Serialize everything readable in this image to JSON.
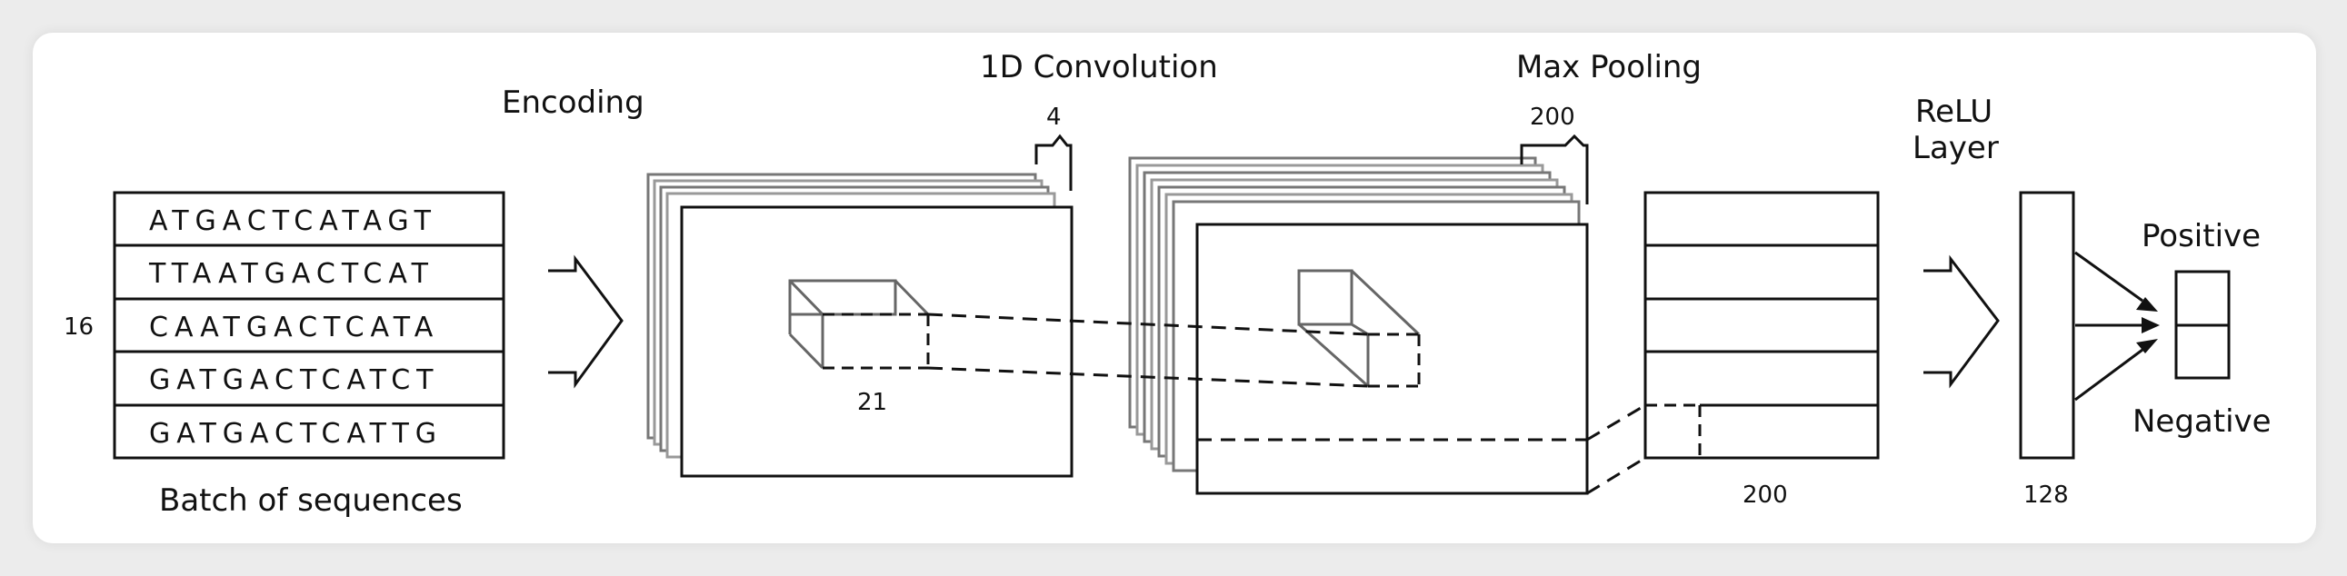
{
  "labels": {
    "encoding": "Encoding",
    "conv": "1D Convolution",
    "pool": "Max Pooling",
    "relu_line1": "ReLU",
    "relu_line2": "Layer",
    "batch": "Batch of sequences",
    "batch_size": "16",
    "positive": "Positive",
    "negative": "Negative"
  },
  "sequences": [
    "ATGACTCATAGT",
    "TTAATGACTCAT",
    "CAATGACTCATA",
    "GATGACTCATCT",
    "GATGACTCATTG"
  ],
  "dimensions": {
    "filter_width": "4",
    "kernel_length": "21",
    "pool_width": "200",
    "pooled_size": "200",
    "dense_size": "128"
  }
}
